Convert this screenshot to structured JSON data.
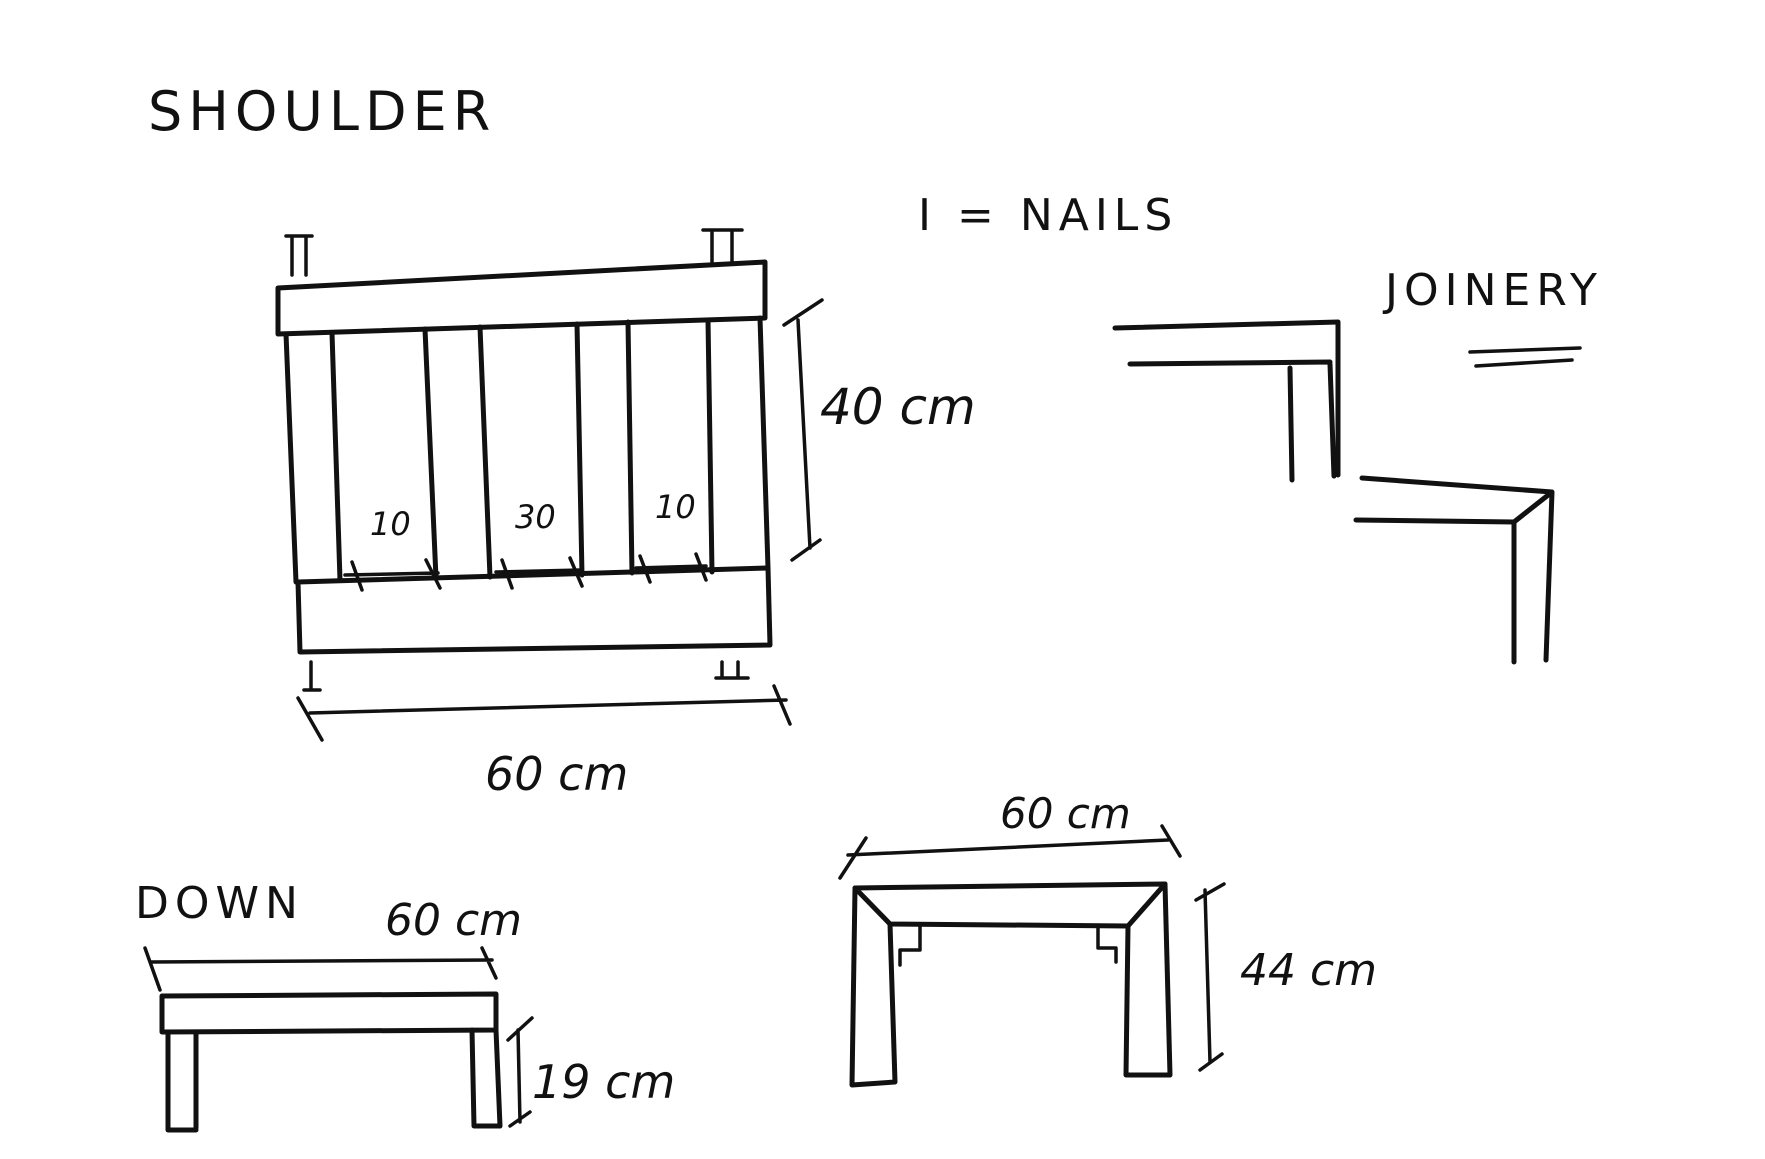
{
  "labels": {
    "shoulder_title": "SHOULDER",
    "nails_legend": "I = NAILS",
    "joinery_title": "JOINERY",
    "shoulder_height": "40 cm",
    "gap_left": "10",
    "gap_middle": "30",
    "gap_right": "10",
    "shoulder_width": "60 cm",
    "down_title": "DOWN",
    "down_width": "60 cm",
    "down_height": "19 cm",
    "front_width": "60 cm",
    "front_height": "44 cm"
  },
  "colors": {
    "ink": "#111111",
    "paper": "#ffffff"
  }
}
